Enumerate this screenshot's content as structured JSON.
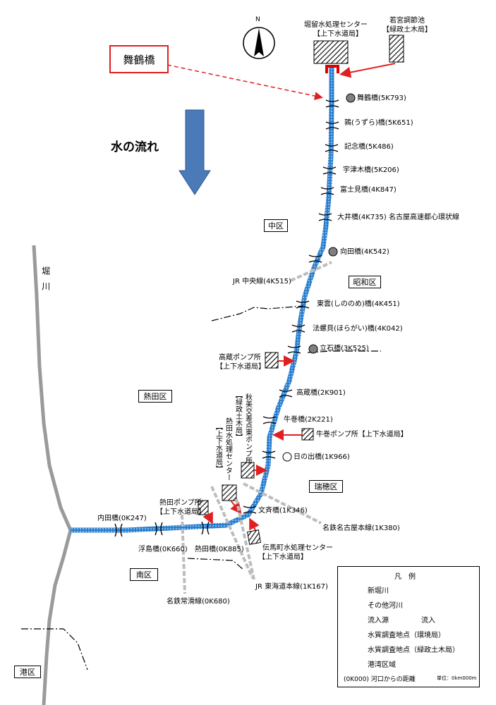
{
  "header": {
    "north": "N",
    "plant_top_1": "堀留水処理センター",
    "plant_top_2": "【上下水道局】",
    "pond_1": "若宮調節池",
    "pond_2": "【緑政土木局】",
    "maizuru_callout": "舞鶴橋",
    "flow": "水の流れ"
  },
  "bridges": {
    "maizuru": "舞鶴橋(5K793)",
    "uzura": "鶉(うずら)橋(5K651)",
    "kinen": "記念橋(5K486)",
    "utsuki": "宇津木橋(5K206)",
    "fujimi": "富士見橋(4K847)",
    "oi": "大井橋(4K735) 名古屋高速都心環状線",
    "mukaida": "向田橋(4K542)",
    "jr_chuo": "JR 中央線(4K515)",
    "shinonome": "東雲(しののめ)橋(4K451)",
    "horagai": "法螺貝(ほらがい)橋(4K042)",
    "tateishi": "立石橋(3K525)",
    "takakura": "高蔵橋(2K901)",
    "ushimaki": "牛巻橋(2K221)",
    "hinode": "日の出橋(1K966)",
    "bunsei": "文斉橋(1K346)",
    "meitetsu_nagoya": "名鉄名古屋本線(1K380)",
    "jr_tokaido": "JR 東海道本線(1K167)",
    "atsuta_br": "熱田橋(0K885)",
    "ukishima": "浮島橋(0K660)",
    "uchida": "内田橋(0K247)",
    "meitetsu_tokoname": "名鉄常滑線(0K680)"
  },
  "facilities": {
    "takakura_pump_1": "高蔵ポンプ所",
    "takakura_pump_2": "【上下水道局】",
    "ushimaki_pump": "牛巻ポンプ所【上下水道局】",
    "akimi_1": "秋美交差点東ポンプ所",
    "akimi_2": "【緑政土木局】",
    "atsuta_plant_1": "熱田水処理センター",
    "atsuta_plant_2": "【上下水道局】",
    "atsuta_pump_1": "熱田ポンプ所",
    "atsuta_pump_2": "【上下水道局】",
    "denmacho_1": "伝馬町水処理センター",
    "denmacho_2": "【上下水道局】"
  },
  "districts": {
    "naka": "中区",
    "showa": "昭和区",
    "atsuta": "熱田区",
    "mizuho": "瑞穂区",
    "minami": "南区",
    "minato": "港区",
    "horikawa": "堀川"
  },
  "legend": {
    "title": "凡　例",
    "shinhorikawa": "新堀川",
    "other_river": "その他河川",
    "inflow_source": "流入源",
    "inflow": "流入",
    "wq_env": "水質調査地点（環境局）",
    "wq_ryokusei": "水質調査地点（緑政土木局）",
    "port_zone": "港湾区域",
    "distance_note": "(0K000) 河口からの距離",
    "unit": "単位：0km000m"
  },
  "colors": {
    "river": "#1f6fb8",
    "other_river": "#999999",
    "arrow": "#e02020",
    "flow_arrow": "#4a7ab8",
    "port": "#e00000",
    "callout": "#e02020"
  }
}
